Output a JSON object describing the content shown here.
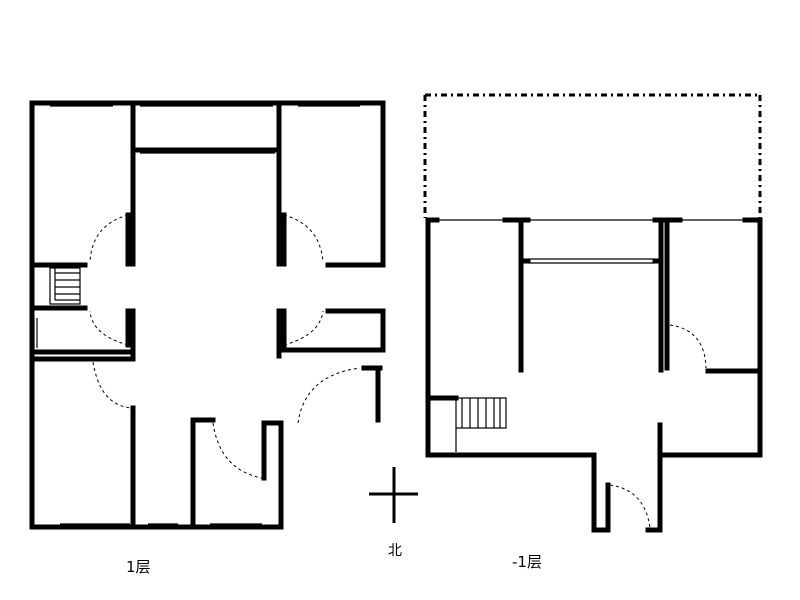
{
  "labels": {
    "floor1": "1层",
    "basement": "-1层",
    "north": "北"
  },
  "colors": {
    "wall": "#000000",
    "background": "#ffffff"
  }
}
